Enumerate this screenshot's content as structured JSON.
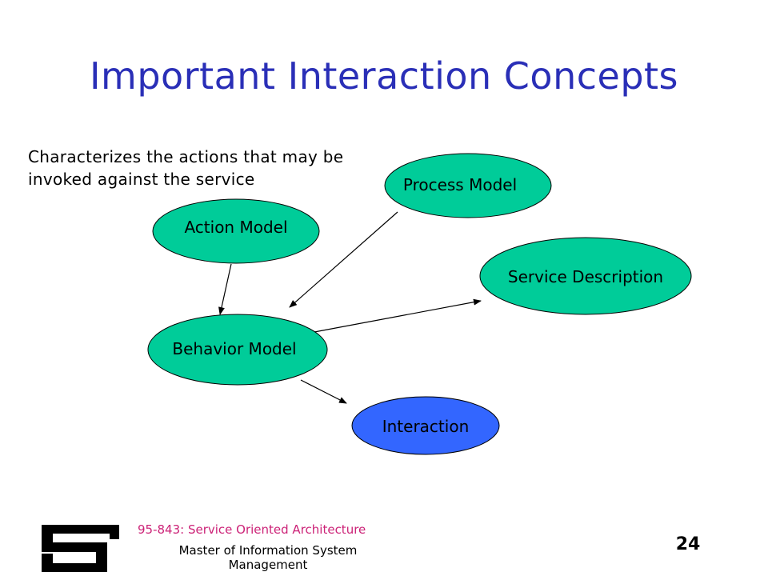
{
  "slide": {
    "title": "Important Interaction Concepts",
    "subtitle": "Characterizes the actions that may be invoked against the service"
  },
  "nodes": {
    "process_model": {
      "label": "Process Model",
      "color": "#00cc99"
    },
    "action_model": {
      "label": "Action Model",
      "color": "#00cc99"
    },
    "service_description": {
      "label": "Service Description",
      "color": "#00cc99"
    },
    "behavior_model": {
      "label": "Behavior Model",
      "color": "#00cc99"
    },
    "interaction": {
      "label": "Interaction",
      "color": "#3366ff"
    }
  },
  "edges": [
    {
      "from": "Action Model",
      "to": "Behavior Model"
    },
    {
      "from": "Process Model",
      "to": "Behavior Model"
    },
    {
      "from": "Behavior Model",
      "to": "Service Description"
    },
    {
      "from": "Behavior Model",
      "to": "Interaction"
    }
  ],
  "footer": {
    "course": "95-843: Service Oriented Architecture",
    "program": "Master of Information System Management",
    "page_number": "24",
    "logo_icon": "cmu-logo-icon"
  }
}
